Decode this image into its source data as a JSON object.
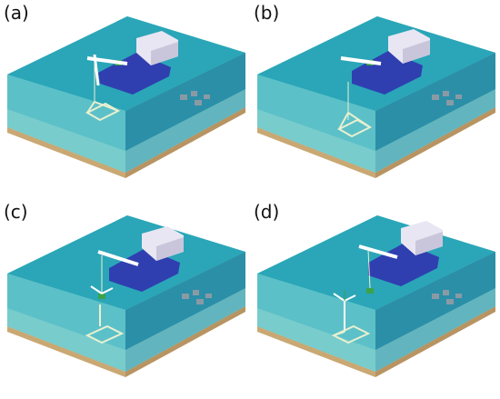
{
  "panels": [
    {
      "label": "(a)",
      "stage": "jacket-lowering"
    },
    {
      "label": "(b)",
      "stage": "jacket-installed"
    },
    {
      "label": "(c)",
      "stage": "turbine-lifting"
    },
    {
      "label": "(d)",
      "stage": "turbine-installed"
    }
  ],
  "colors": {
    "water_top": "#2aa6b8",
    "water_side_left": "#5cc0c8",
    "water_side_right": "#2b8fa8",
    "seabed_top": "#7fcfc8",
    "seabed_edge": "#c9a873",
    "vessel_hull": "#2f3fb0",
    "vessel_deck": "#e8e6f2",
    "crane": "#ffffff",
    "jacket": "#e9f0d0",
    "turbine_green": "#3aa34a",
    "rocks": "#8a9aa4"
  }
}
